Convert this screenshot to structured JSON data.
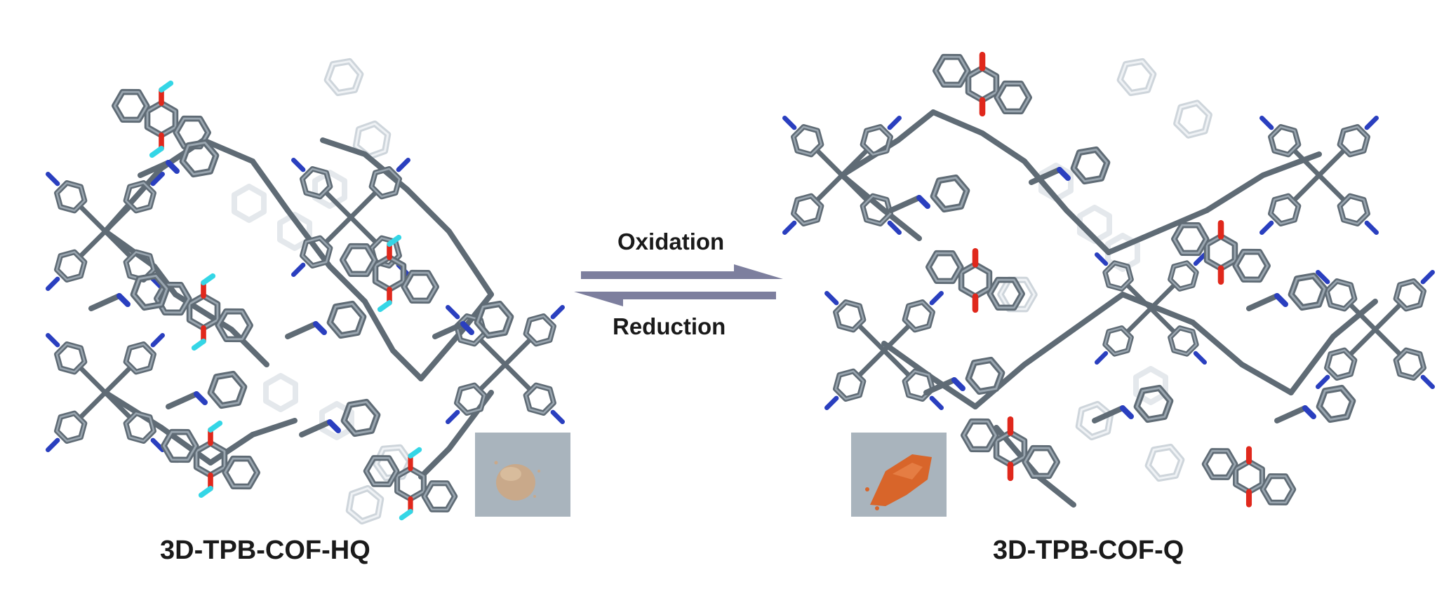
{
  "figure": {
    "left_structure": {
      "label": "3D-TPB-COF-HQ",
      "powder_color": "#c9a98a"
    },
    "right_structure": {
      "label": "3D-TPB-COF-Q",
      "powder_color": "#d8652a"
    },
    "forward_reaction": {
      "label": "Oxidation"
    },
    "reverse_reaction": {
      "label": "Reduction"
    },
    "colors": {
      "bond_dark": "#5f6b75",
      "bond_light": "#c9d1d8",
      "oxygen": "#e0281c",
      "hydrogen": "#34d6e6",
      "nitrogen": "#2a3fbf",
      "arrow": "#7d7f9e",
      "photo_bg": "#a9b4bd"
    }
  }
}
